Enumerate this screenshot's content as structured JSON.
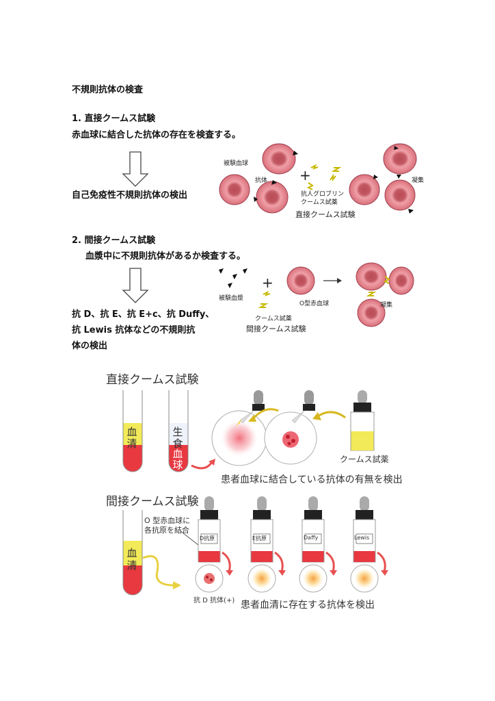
{
  "title": "不規則抗体の検査",
  "section1": {
    "heading": "1. 直接クームス試験",
    "desc": "赤血球に結合した抗体の存在を検査する。",
    "result": "自己免疫性不規則抗体の検出",
    "diagram": {
      "rbc_label": "被験血球",
      "antibody_label": "抗体",
      "reagent_label_1": "抗人グロブリン",
      "reagent_label_2": "クームス試薬",
      "agglutination_label": "凝集",
      "caption": "直接クームス試験"
    }
  },
  "section2": {
    "heading": "2. 間接クームス試験",
    "desc": "血漿中に不規則抗体があるか検査する。",
    "result_line1": "抗 D、抗 E、抗 E+c、抗 Duffy、",
    "result_line2": "抗 Lewis 抗体などの不規則抗",
    "result_line3": "体の検出",
    "diagram": {
      "plasma_label": "被験血漿",
      "o_rbc_label": "O型赤血球",
      "reagent_label": "クームス試薬",
      "agglutination_label": "凝集",
      "caption": "間接クームス試験"
    }
  },
  "illus_direct": {
    "title": "直接クームス試験",
    "tube1_chars": [
      "血",
      "清"
    ],
    "tube2_chars": [
      "生",
      "食",
      "血",
      "球"
    ],
    "reagent_label": "クームス試薬",
    "caption": "患者血球に結合している抗体の有無を検出"
  },
  "illus_indirect": {
    "title": "間接クームス試験",
    "tube_chars": [
      "血",
      "清"
    ],
    "o_rbc_note_1": "O 型赤血球に",
    "o_rbc_note_2": "各抗原を結合",
    "bottles": [
      "D抗原",
      "E抗原",
      "Daffy",
      "Lewis"
    ],
    "positive_label": "抗 D 抗体(+)",
    "caption": "患者血清に存在する抗体を検出"
  },
  "colors": {
    "rbc": "#d9707a",
    "rbc_center": "#b84c58",
    "yellow": "#f0e632",
    "red": "#e83840",
    "arrow": "#e85050",
    "yellow_arrow": "#d8b820"
  }
}
